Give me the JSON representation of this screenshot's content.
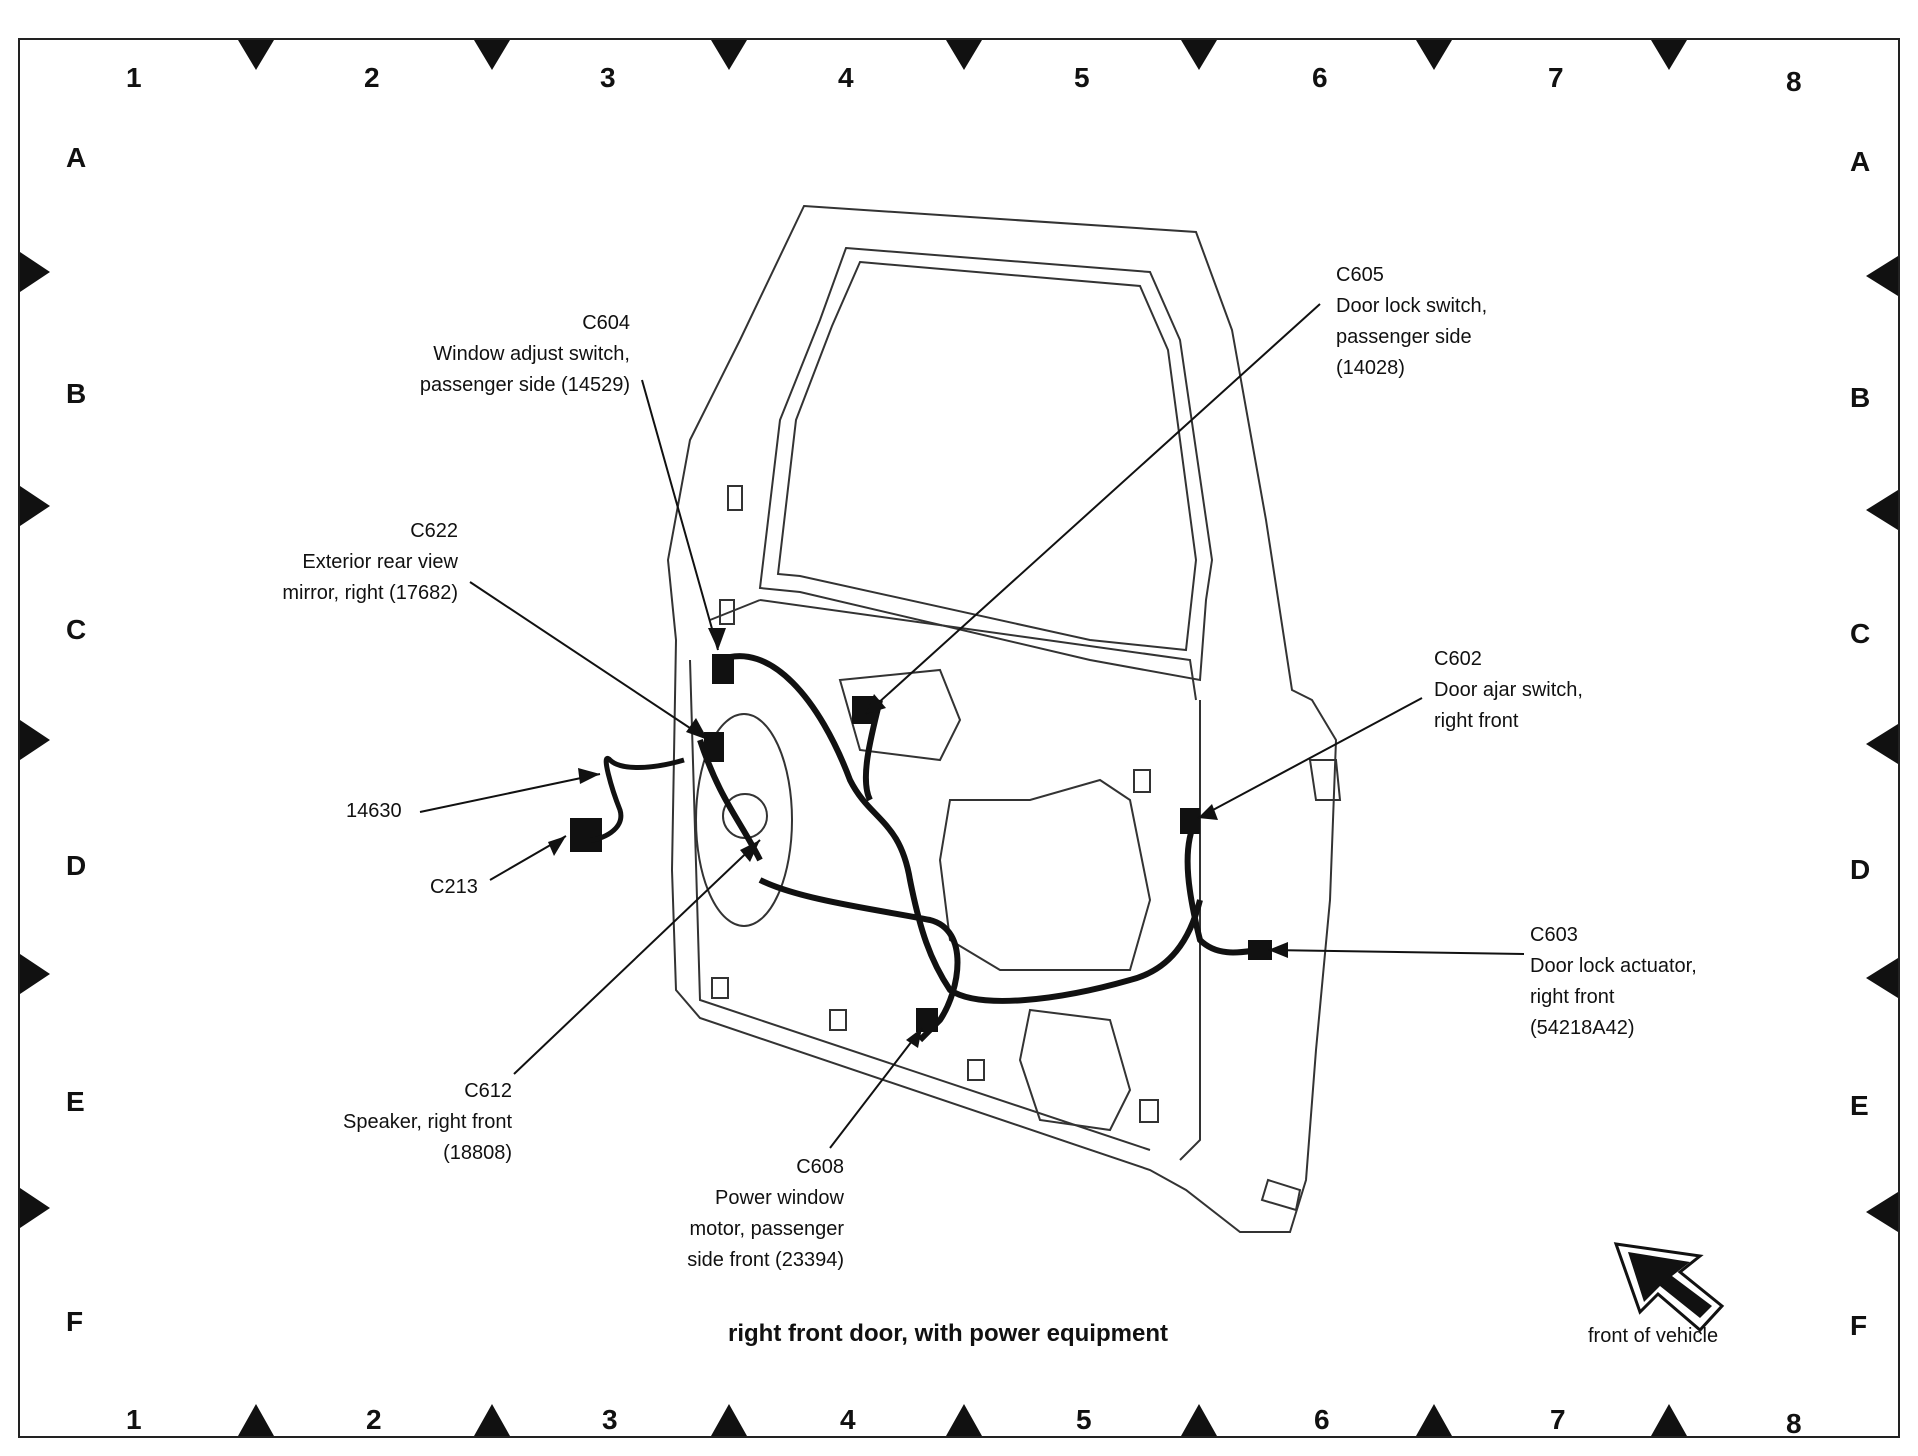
{
  "colors": {
    "ink": "#111111",
    "door_outline": "#333333",
    "background": "#ffffff"
  },
  "grid": {
    "columns": [
      "1",
      "2",
      "3",
      "4",
      "5",
      "6",
      "7",
      "8"
    ],
    "rows": [
      "A",
      "B",
      "C",
      "D",
      "E",
      "F"
    ]
  },
  "callouts": {
    "c604": {
      "id": "C604",
      "lines": [
        "Window adjust switch,",
        "passenger side (14529)"
      ]
    },
    "c605": {
      "id": "C605",
      "lines": [
        "Door lock switch,",
        "passenger side",
        "(14028)"
      ]
    },
    "c622": {
      "id": "C622",
      "lines": [
        "Exterior rear view",
        "mirror, right (17682)"
      ]
    },
    "c602": {
      "id": "C602",
      "lines": [
        "Door ajar switch,",
        "right front"
      ]
    },
    "n14630": {
      "id": "14630"
    },
    "c213": {
      "id": "C213"
    },
    "c603": {
      "id": "C603",
      "lines": [
        "Door lock actuator,",
        "right front",
        "(54218A42)"
      ]
    },
    "c612": {
      "id": "C612",
      "lines": [
        "Speaker, right front",
        "(18808)"
      ]
    },
    "c608": {
      "id": "C608",
      "lines": [
        "Power window",
        "motor, passenger",
        "side front (23394)"
      ]
    }
  },
  "caption": "right front door, with power equipment",
  "front_of_vehicle": "front of vehicle"
}
